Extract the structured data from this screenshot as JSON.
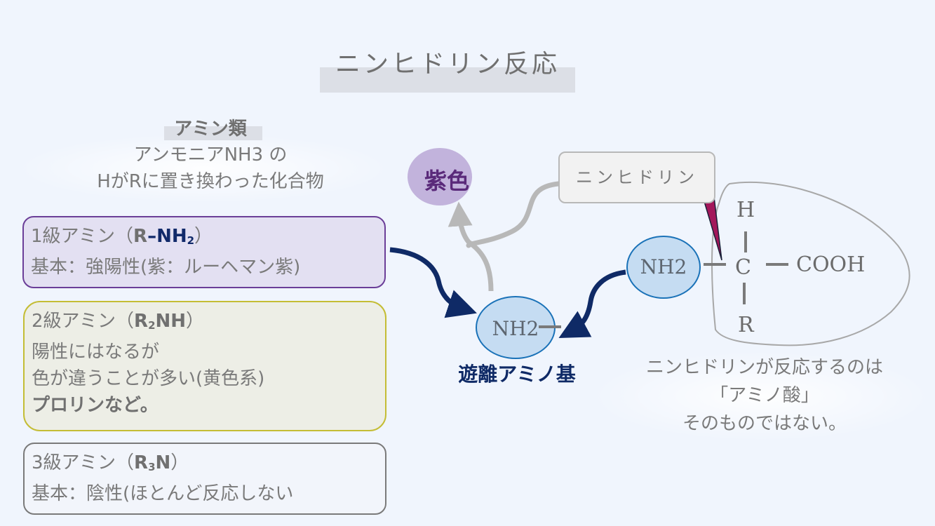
{
  "title": "ニンヒドリン反応",
  "amine_intro": {
    "heading": "アミン類",
    "line1": "アンモニアNH3 の",
    "line2": "HがRに置き換わった化合物"
  },
  "primary_amine": {
    "label_prefix": "1級アミン（",
    "formula_r": "R",
    "formula_bold": "–NH",
    "formula_sub": "2",
    "label_suffix": "）",
    "line2": "基本：強陽性(紫：ルーヘマン紫)"
  },
  "secondary_amine": {
    "label_prefix": "2級アミン（",
    "formula_r": "R",
    "formula_sub": "2",
    "formula_rest": "NH",
    "label_suffix": "）",
    "line2": "陽性にはなるが",
    "line3": "色が違うことが多い(黄色系)",
    "line4": "プロリンなど。"
  },
  "tertiary_amine": {
    "label_prefix": "3級アミン（",
    "formula_r": "R",
    "formula_sub": "3",
    "formula_rest": "N",
    "label_suffix": "）",
    "line2": "基本：陰性(ほとんど反応しない"
  },
  "diagram": {
    "purple_result": "紫色",
    "ninhydrin_box": "ニンヒドリン",
    "free_nh2": "NH2",
    "amino_acid_nh2": "NH2",
    "free_amino_label": "遊離アミノ基",
    "amino_acid": {
      "h": "H",
      "c": "C",
      "r": "R",
      "cooh": "COOH"
    },
    "colors": {
      "purple_ellipse": "#c2b3dc",
      "nh2_fill": "#c5dcf2",
      "nh2_stroke": "#1a72b8",
      "dark_arrow": "#0f2a66",
      "gray_arrow": "#b8b8b8",
      "wedge": "#a3175a"
    }
  },
  "note": {
    "line1": "ニンヒドリンが反応するのは",
    "line2": "「アミノ酸」",
    "line3": "そのものではない。"
  }
}
